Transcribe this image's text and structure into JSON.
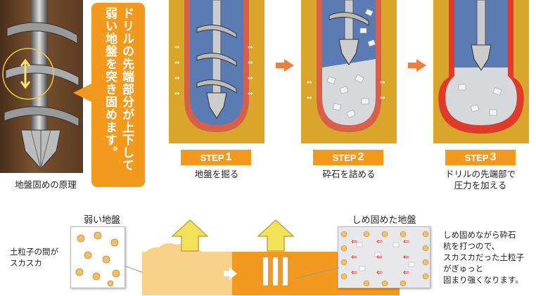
{
  "intro": {
    "callout_lines": [
      "ドリルの先端部分が上下して",
      "弱い地盤を突き固めます。"
    ],
    "photo_caption": "地盤固めの原理"
  },
  "steps": [
    {
      "label": "STEP",
      "number": "1",
      "caption": [
        "地盤を掘る"
      ]
    },
    {
      "label": "STEP",
      "number": "2",
      "caption": [
        "砕石を詰める"
      ]
    },
    {
      "label": "STEP",
      "number": "3",
      "caption": [
        "ドリルの先端部で",
        "圧力を加える"
      ]
    }
  ],
  "bottom": {
    "weak": {
      "title": "弱い地盤",
      "note": [
        "土粒子の間が",
        "スカスカ"
      ]
    },
    "firm": {
      "title": "しめ固めた地盤",
      "note": [
        "しめ固めながら砕石",
        "杭を打つので、",
        "スカスカだった土粒子",
        "がぎゅっと",
        "固まり強くなります。"
      ]
    }
  },
  "colors": {
    "orange": "#f39a1e",
    "soil": "#d9a52b",
    "red": "#e03a2a",
    "arrow": "#ef7d3c"
  }
}
